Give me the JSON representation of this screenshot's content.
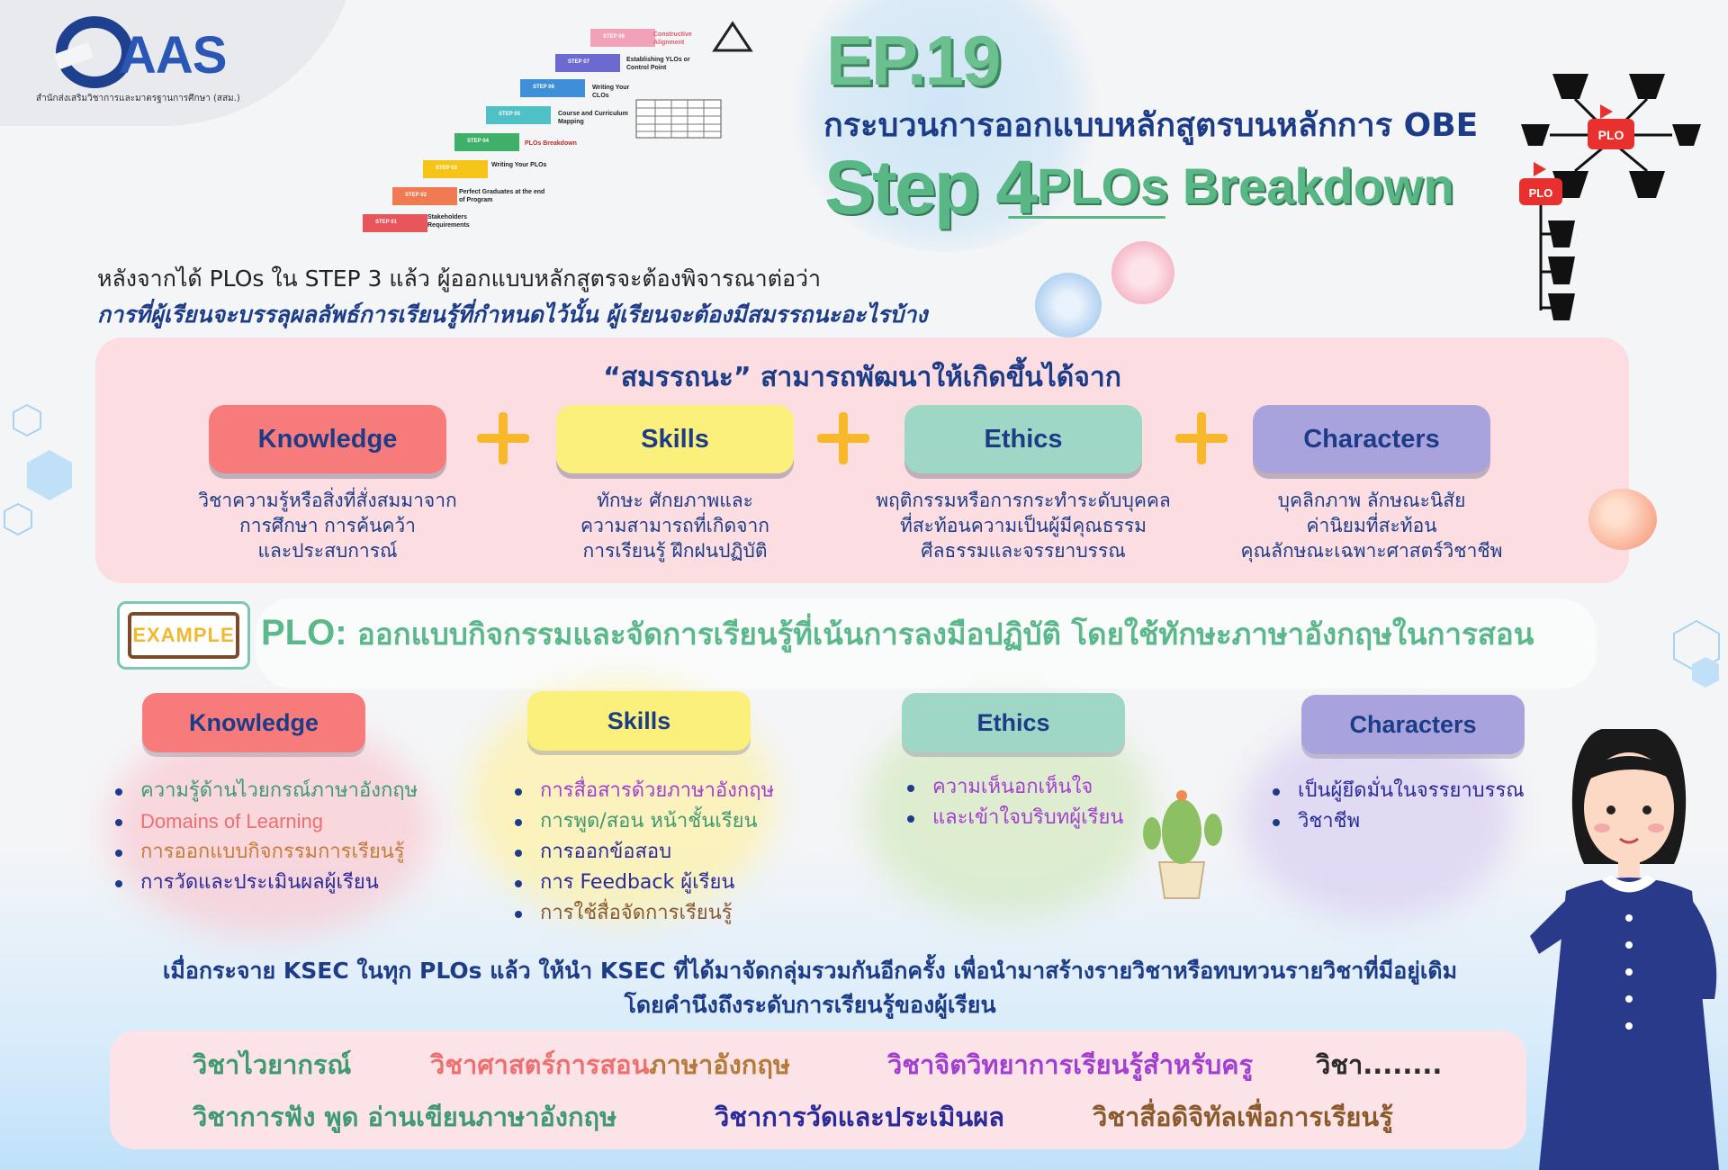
{
  "logo": {
    "name": "AAS",
    "subtitle": "สำนักส่งเสริมวิชาการและมาตรฐานการศึกษา (สสม.)"
  },
  "staircase": [
    {
      "step": "STEP 01",
      "label": "Stakeholders Requirements",
      "color": "#e8555a"
    },
    {
      "step": "STEP 02",
      "label": "Perfect Graduates at the end of Program",
      "color": "#f07a52"
    },
    {
      "step": "STEP 03",
      "label": "Writing Your PLOs",
      "color": "#f5c518"
    },
    {
      "step": "STEP 04",
      "label": "PLOs Breakdown",
      "color": "#3fb067"
    },
    {
      "step": "STEP 05",
      "label": "Course and Curriculum Mapping",
      "color": "#4fc1c6"
    },
    {
      "step": "STEP 06",
      "label": "Writing Your CLOs",
      "color": "#3f8fd8"
    },
    {
      "step": "STEP 07",
      "label": "Establishing YLOs or Control Point",
      "color": "#6c6ad0"
    },
    {
      "step": "STEP 08",
      "label": "Constructive Alignment",
      "color": "#f1a1b8"
    }
  ],
  "header": {
    "episode": "EP.19",
    "title": "กระบวนการออกแบบหลักสูตรบนหลักการ OBE",
    "step_word": "Step 4",
    "step_sub": "PLOs Breakdown",
    "plo_badge": "PLO"
  },
  "intro": {
    "line1": "หลังจากได้ PLOs ใน STEP 3 แล้ว ผู้ออกแบบหลักสูตรจะต้องพิจารณาต่อว่า",
    "line2": "การที่ผู้เรียนจะบรรลุผลลัพธ์การเรียนรู้ที่กำหนดไว้นั้น ผู้เรียนจะต้องมีสมรรถนะอะไรบ้าง"
  },
  "competency": {
    "title": "“สมรรถนะ”  สามารถพัฒนาให้เกิดขึ้นได้จาก",
    "items": [
      {
        "label": "Knowledge",
        "color": "#f77b7b",
        "desc": [
          "วิชาความรู้หรือสิ่งที่สั่งสมมาจาก",
          "การศึกษา การค้นคว้า",
          "และประสบการณ์"
        ]
      },
      {
        "label": "Skills",
        "color": "#fbf07b",
        "desc": [
          "ทักษะ ศักยภาพและ",
          "ความสามารถที่เกิดจาก",
          "การเรียนรู้ ฝึกฝนปฏิบัติ"
        ]
      },
      {
        "label": "Ethics",
        "color": "#9fd7c6",
        "desc": [
          "พฤติกรรมหรือการกระทำระดับบุคคล",
          "ที่สะท้อนความเป็นผู้มีคุณธรรม",
          "ศีลธรรมและจรรยาบรรณ"
        ]
      },
      {
        "label": "Characters",
        "color": "#a8a3dc",
        "desc": [
          "บุคลิกภาพ ลักษณะนิสัย",
          "ค่านิยมที่สะท้อน",
          "คุณลักษณะเฉพาะศาสตร์วิชาชีพ"
        ]
      }
    ]
  },
  "example": {
    "badge": "EXAMPLE",
    "plo_key": "PLO:",
    "plo_text": "ออกแบบกิจกรรมและจัดการเรียนรู้ที่เน้นการลงมือปฏิบัติ โดยใช้ทักษะภาษาอังกฤษในการสอน",
    "knowledge": {
      "label": "Knowledge",
      "items": [
        "ความรู้ด้านไวยกรณ์ภาษาอังกฤษ",
        "Domains of Learning",
        "การออกแบบกิจกรรมการเรียนรู้",
        "การวัดและประเมินผลผู้เรียน"
      ]
    },
    "skills": {
      "label": "Skills",
      "items": [
        "การสื่อสารด้วยภาษาอังกฤษ",
        "การพูด/สอน หน้าชั้นเรียน",
        "การออกข้อสอบ",
        "การ Feedback ผู้เรียน",
        "การใช้สื่อจัดการเรียนรู้"
      ]
    },
    "ethics": {
      "label": "Ethics",
      "items": [
        "ความเห็นอกเห็นใจ",
        "และเข้าใจบริบทผู้เรียน"
      ]
    },
    "characters": {
      "label": "Characters",
      "items": [
        "เป็นผู้ยึดมั่นในจรรยาบรรณ",
        "วิชาชีพ"
      ]
    }
  },
  "conclusion": {
    "line1": "เมื่อกระจาย KSEC ในทุก PLOs แล้ว ให้นำ KSEC ที่ได้มาจัดกลุ่มรวมกันอีกครั้ง เพื่อนำมาสร้างรายวิชาหรือทบทวนรายวิชาที่มีอยู่เดิม",
    "line2": "โดยคำนึงถึงระดับการเรียนรู้ของผู้เรียน"
  },
  "courses": {
    "row1": [
      {
        "text": "วิชาไวยากรณ์",
        "color": "#3f9a72"
      },
      {
        "text": "วิชาศาสตร์การสอน",
        "color": "#ee6f6f"
      },
      {
        "text": "ภาษาอังกฤษ",
        "color": "#b57b3a"
      },
      {
        "text": "วิชาจิตวิทยาการเรียนรู้สำหรับครู",
        "color": "#a23fd0"
      },
      {
        "text": "วิชา........",
        "color": "#2b2b2b"
      }
    ],
    "row2": [
      {
        "text": "วิชาการฟัง พูด อ่านเขียนภาษาอังกฤษ",
        "color": "#3f9a72"
      },
      {
        "text": "วิชาการวัดและประเมินผล",
        "color": "#2a2a9a"
      },
      {
        "text": "วิชาสื่อดิจิทัลเพื่อการเรียนรู้",
        "color": "#8a5a2b"
      }
    ]
  }
}
